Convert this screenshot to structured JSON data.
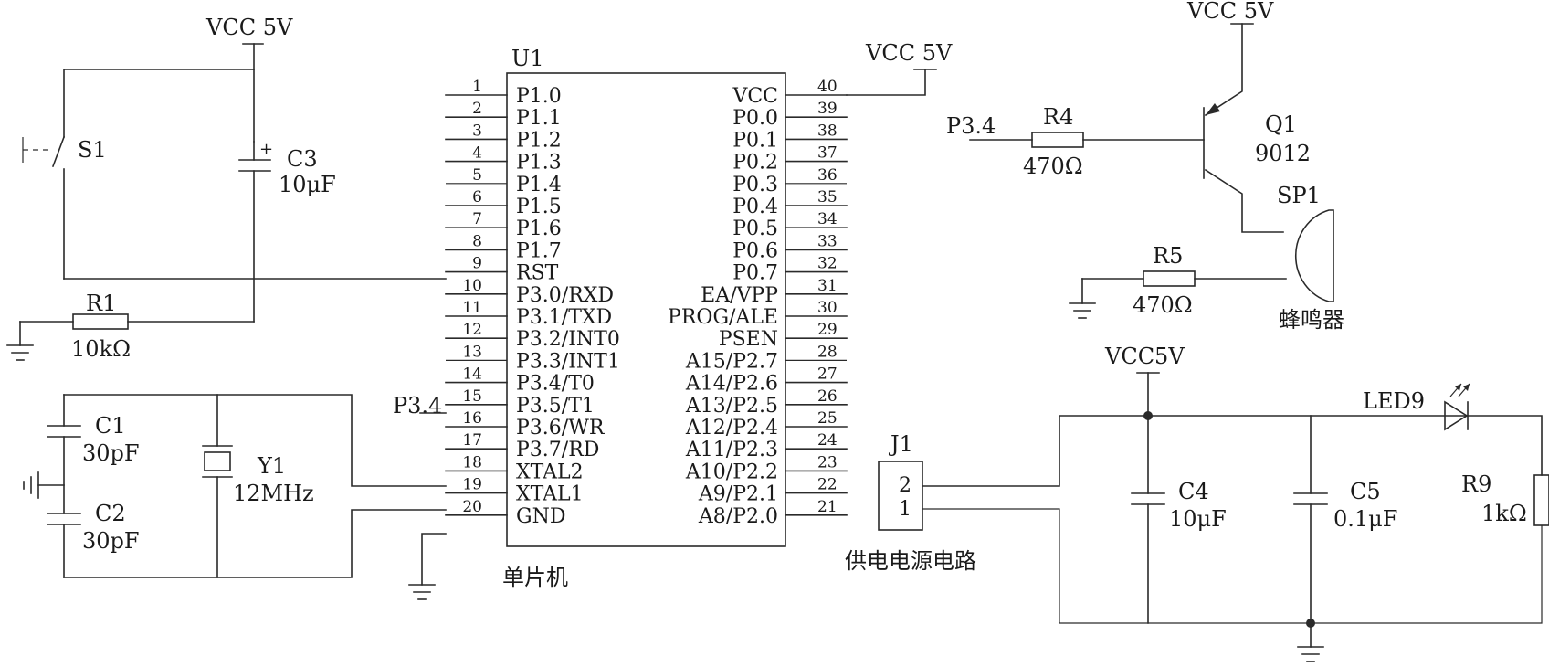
{
  "power": {
    "top_left": "VCC 5V",
    "mcu_vcc": "VCC 5V",
    "transistor": "VCC 5V",
    "supply_circuit": "VCC5V"
  },
  "switch": {
    "ref": "S1"
  },
  "c3": {
    "ref": "C3",
    "value": "10μF",
    "polarity": "+"
  },
  "r1": {
    "ref": "R1",
    "value": "10kΩ"
  },
  "c1": {
    "ref": "C1",
    "value": "30pF"
  },
  "c2": {
    "ref": "C2",
    "value": "30pF"
  },
  "y1": {
    "ref": "Y1",
    "value": "12MHz"
  },
  "mcu": {
    "ref": "U1",
    "caption": "单片机",
    "left_pins": [
      {
        "num": "1",
        "name": "P1.0"
      },
      {
        "num": "2",
        "name": "P1.1"
      },
      {
        "num": "3",
        "name": "P1.2"
      },
      {
        "num": "4",
        "name": "P1.3"
      },
      {
        "num": "5",
        "name": "P1.4"
      },
      {
        "num": "6",
        "name": "P1.5"
      },
      {
        "num": "7",
        "name": "P1.6"
      },
      {
        "num": "8",
        "name": "P1.7"
      },
      {
        "num": "9",
        "name": "RST"
      },
      {
        "num": "10",
        "name": "P3.0/RXD"
      },
      {
        "num": "11",
        "name": "P3.1/TXD"
      },
      {
        "num": "12",
        "name": "P3.2/INT0"
      },
      {
        "num": "13",
        "name": "P3.3/INT1"
      },
      {
        "num": "14",
        "name": "P3.4/T0"
      },
      {
        "num": "15",
        "name": "P3.5/T1"
      },
      {
        "num": "16",
        "name": "P3.6/WR"
      },
      {
        "num": "17",
        "name": "P3.7/RD"
      },
      {
        "num": "18",
        "name": "XTAL2"
      },
      {
        "num": "19",
        "name": "XTAL1"
      },
      {
        "num": "20",
        "name": "GND"
      }
    ],
    "right_pins": [
      {
        "num": "40",
        "name": "VCC"
      },
      {
        "num": "39",
        "name": "P0.0"
      },
      {
        "num": "38",
        "name": "P0.1"
      },
      {
        "num": "37",
        "name": "P0.2"
      },
      {
        "num": "36",
        "name": "P0.3"
      },
      {
        "num": "35",
        "name": "P0.4"
      },
      {
        "num": "34",
        "name": "P0.5"
      },
      {
        "num": "33",
        "name": "P0.6"
      },
      {
        "num": "32",
        "name": "P0.7"
      },
      {
        "num": "31",
        "name": "EA/VPP"
      },
      {
        "num": "30",
        "name": "PROG/ALE"
      },
      {
        "num": "29",
        "name": "PSEN"
      },
      {
        "num": "28",
        "name": "A15/P2.7"
      },
      {
        "num": "27",
        "name": "A14/P2.6"
      },
      {
        "num": "26",
        "name": "A13/P2.5"
      },
      {
        "num": "25",
        "name": "A12/P2.4"
      },
      {
        "num": "24",
        "name": "A11/P2.3"
      },
      {
        "num": "23",
        "name": "A10/P2.2"
      },
      {
        "num": "22",
        "name": "A9/P2.1"
      },
      {
        "num": "21",
        "name": "A8/P2.0"
      }
    ],
    "net_p34": "P3.4"
  },
  "buzzer_circuit": {
    "net_in": "P3.4",
    "r4": {
      "ref": "R4",
      "value": "470Ω"
    },
    "q1": {
      "ref": "Q1",
      "value": "9012"
    },
    "sp1": {
      "ref": "SP1",
      "caption": "蜂鸣器"
    },
    "r5": {
      "ref": "R5",
      "value": "470Ω"
    }
  },
  "supply": {
    "j1": {
      "ref": "J1",
      "pin2": "2",
      "pin1": "1",
      "caption": "供电电源电路"
    },
    "c4": {
      "ref": "C4",
      "value": "10μF"
    },
    "c5": {
      "ref": "C5",
      "value": "0.1μF"
    },
    "led": {
      "ref": "LED9"
    },
    "r9": {
      "ref": "R9",
      "value": "1kΩ"
    }
  }
}
